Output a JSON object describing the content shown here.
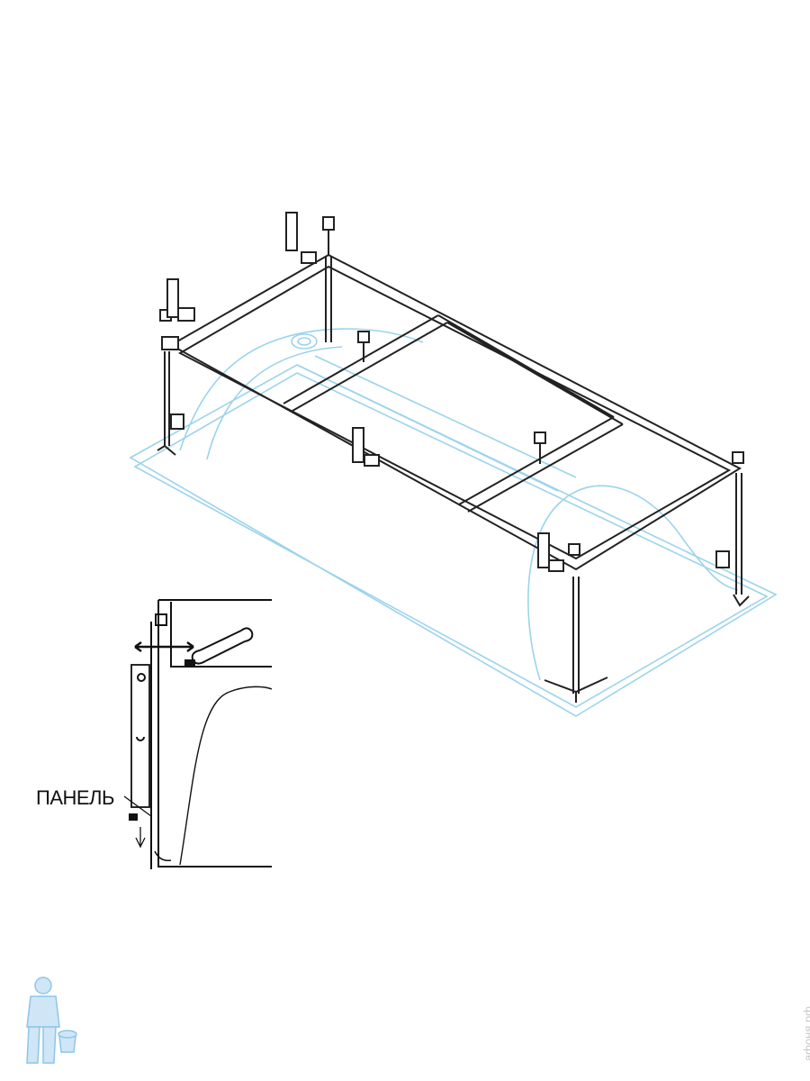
{
  "inset": {
    "panel_label": "ПАНЕЛЬ"
  },
  "watermark": "афоня.рф",
  "colors": {
    "frame": "#222222",
    "tub": "#9cd3ec",
    "mascot": "#8ec5e8"
  },
  "icons": [
    "bathtub-frame",
    "wrench-icon",
    "mascot-plumber-icon"
  ]
}
